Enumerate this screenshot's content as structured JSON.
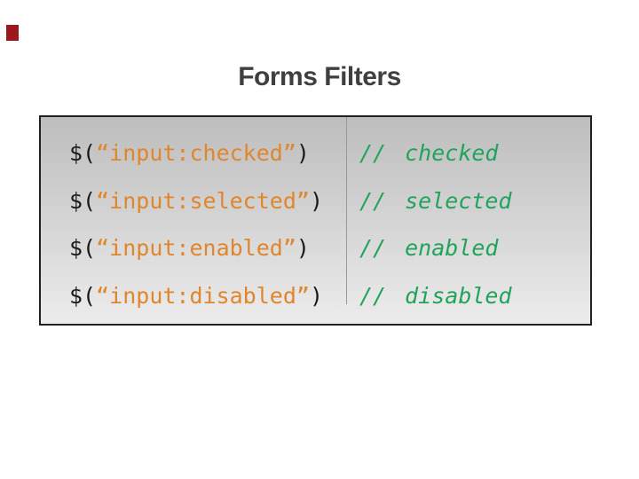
{
  "slide": {
    "title": "Forms Filters",
    "title_color": "#3f3f3f",
    "background": "#ffffff",
    "corner_mark_color": "#9b191c"
  },
  "code_box": {
    "border_color": "#212121",
    "background_top": "#bdbdbd",
    "background_bottom": "#ececec",
    "divider_color": "#999999",
    "code_color": "#1a1a1a",
    "string_color": "#e0862c",
    "comment_color": "#21a35c",
    "rows": [
      {
        "prefix": "$(",
        "string": "“input:checked”",
        "suffix": ")",
        "comment_marker": "//",
        "comment": "checked"
      },
      {
        "prefix": "$(",
        "string": "“input:selected”",
        "suffix": ")",
        "comment_marker": "//",
        "comment": "selected"
      },
      {
        "prefix": "$(",
        "string": "“input:enabled”",
        "suffix": ")",
        "comment_marker": "//",
        "comment": "enabled"
      },
      {
        "prefix": "$(",
        "string": "“input:disabled”",
        "suffix": ")",
        "comment_marker": "//",
        "comment": "disabled"
      }
    ]
  }
}
